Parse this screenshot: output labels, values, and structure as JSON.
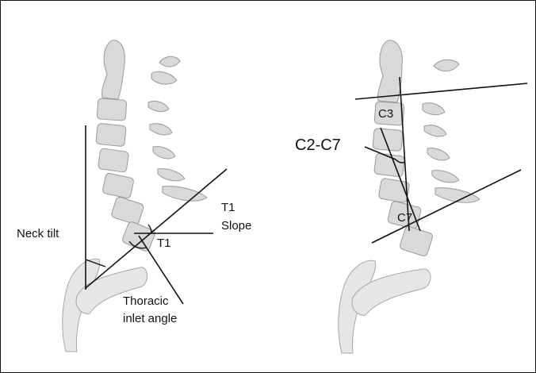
{
  "labels": {
    "neck_tilt": "Neck tilt",
    "t1_slope_line1": "T1",
    "t1_slope_line2": "Slope",
    "t1": "T1",
    "thoracic_line1": "Thoracic",
    "thoracic_line2": "inlet angle",
    "c2_c7": "C2-C7",
    "c3": "C3",
    "c7": "C7"
  },
  "colors": {
    "bone_fill": "#d9d9d9",
    "bone_stroke": "#9a9a9a",
    "line": "#111111"
  }
}
